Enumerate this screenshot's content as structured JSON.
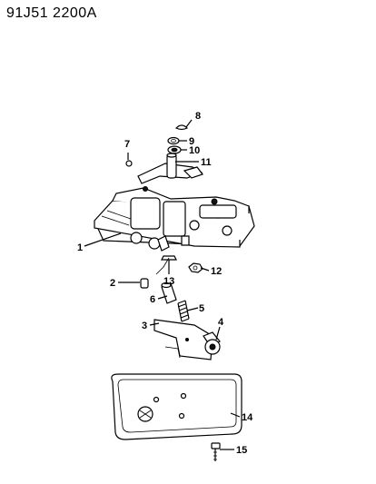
{
  "header": {
    "code": "91J51  2200A"
  },
  "callouts": [
    {
      "id": "1",
      "label": "1"
    },
    {
      "id": "2",
      "label": "2"
    },
    {
      "id": "3",
      "label": "3"
    },
    {
      "id": "4",
      "label": "4"
    },
    {
      "id": "5",
      "label": "5"
    },
    {
      "id": "6",
      "label": "6"
    },
    {
      "id": "7",
      "label": "7"
    },
    {
      "id": "8",
      "label": "8"
    },
    {
      "id": "9",
      "label": "9"
    },
    {
      "id": "10",
      "label": "10"
    },
    {
      "id": "11",
      "label": "11"
    },
    {
      "id": "12",
      "label": "12"
    },
    {
      "id": "13",
      "label": "13"
    },
    {
      "id": "14",
      "label": "14"
    },
    {
      "id": "15",
      "label": "15"
    }
  ]
}
